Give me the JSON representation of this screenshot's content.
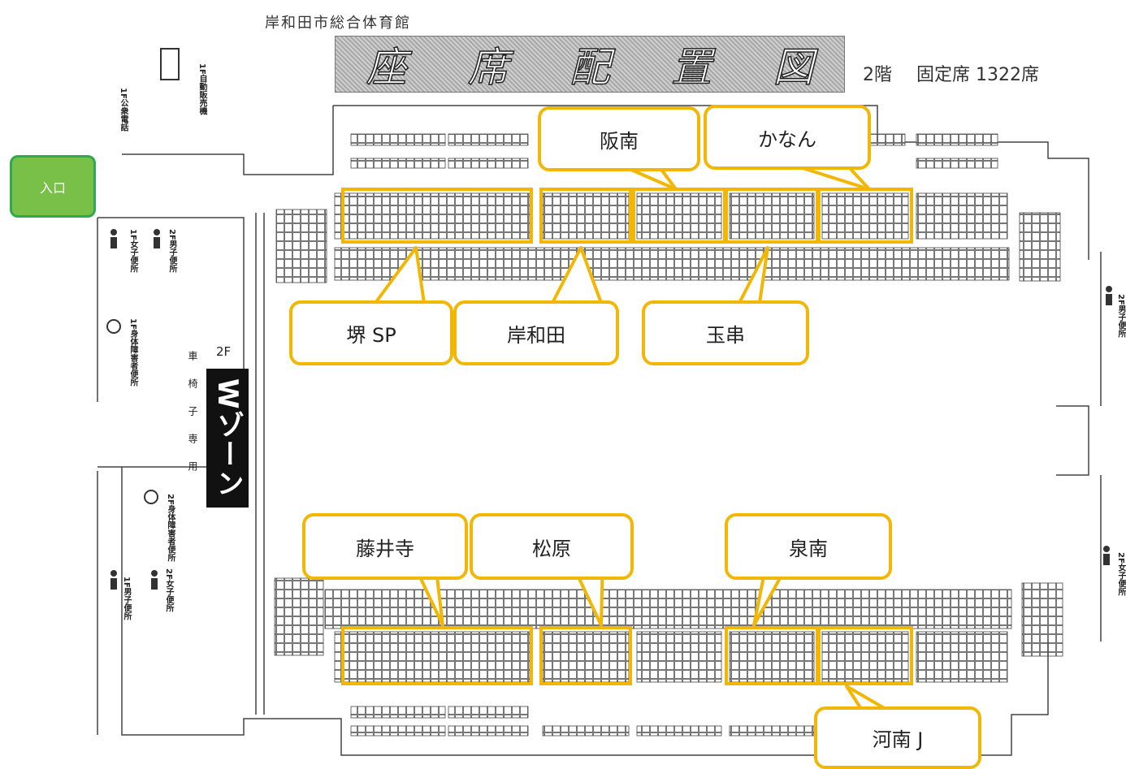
{
  "title": "岸和田市総合体育館",
  "banner": {
    "chars": [
      "座",
      "席",
      "配",
      "置",
      "図"
    ]
  },
  "floor": "2階",
  "capacity": "固定席 1322席",
  "entrance": "入口",
  "wzone": "Wゾーン",
  "wheelchair": {
    "floor": "2F",
    "label": "車椅子専用"
  },
  "facilities": {
    "vending": "1F自動販売機",
    "phone": "1F公衆電話",
    "f1_women": "1F女子便所",
    "f2_men": "2F男子便所",
    "f1_disabled": "1F身体障害者便所",
    "f2_disabled": "2F身体障害者便所",
    "f1_men": "1F男子便所",
    "f2_women": "2F女子便所",
    "right_men": "2F男子便所",
    "right_women": "2F女子便所"
  },
  "teams": {
    "hannan": "阪南",
    "kanan": "かなん",
    "sakai": "堺 SP",
    "kishiwada": "岸和田",
    "tamagushi": "玉串",
    "fujiidera": "藤井寺",
    "matsubara": "松原",
    "sennan": "泉南",
    "kawachinagano": "河南 J"
  },
  "colors": {
    "highlight": "#f2b705",
    "entrance": "#78c047",
    "entrance_border": "#2fa84f"
  }
}
